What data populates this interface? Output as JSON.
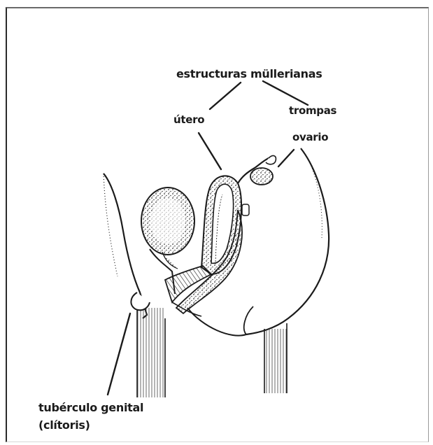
{
  "labels": {
    "mullerian_structures": "estructuras müllerianas",
    "uterus": "útero",
    "tubes": "trompas",
    "ovary": "ovario",
    "genital_tubercle": "tubérculo genital",
    "clitoris": "(clítoris)"
  },
  "colors": {
    "ink": "#1b1b1b",
    "stipple": "#3a3a3a",
    "paper": "#ffffff"
  }
}
